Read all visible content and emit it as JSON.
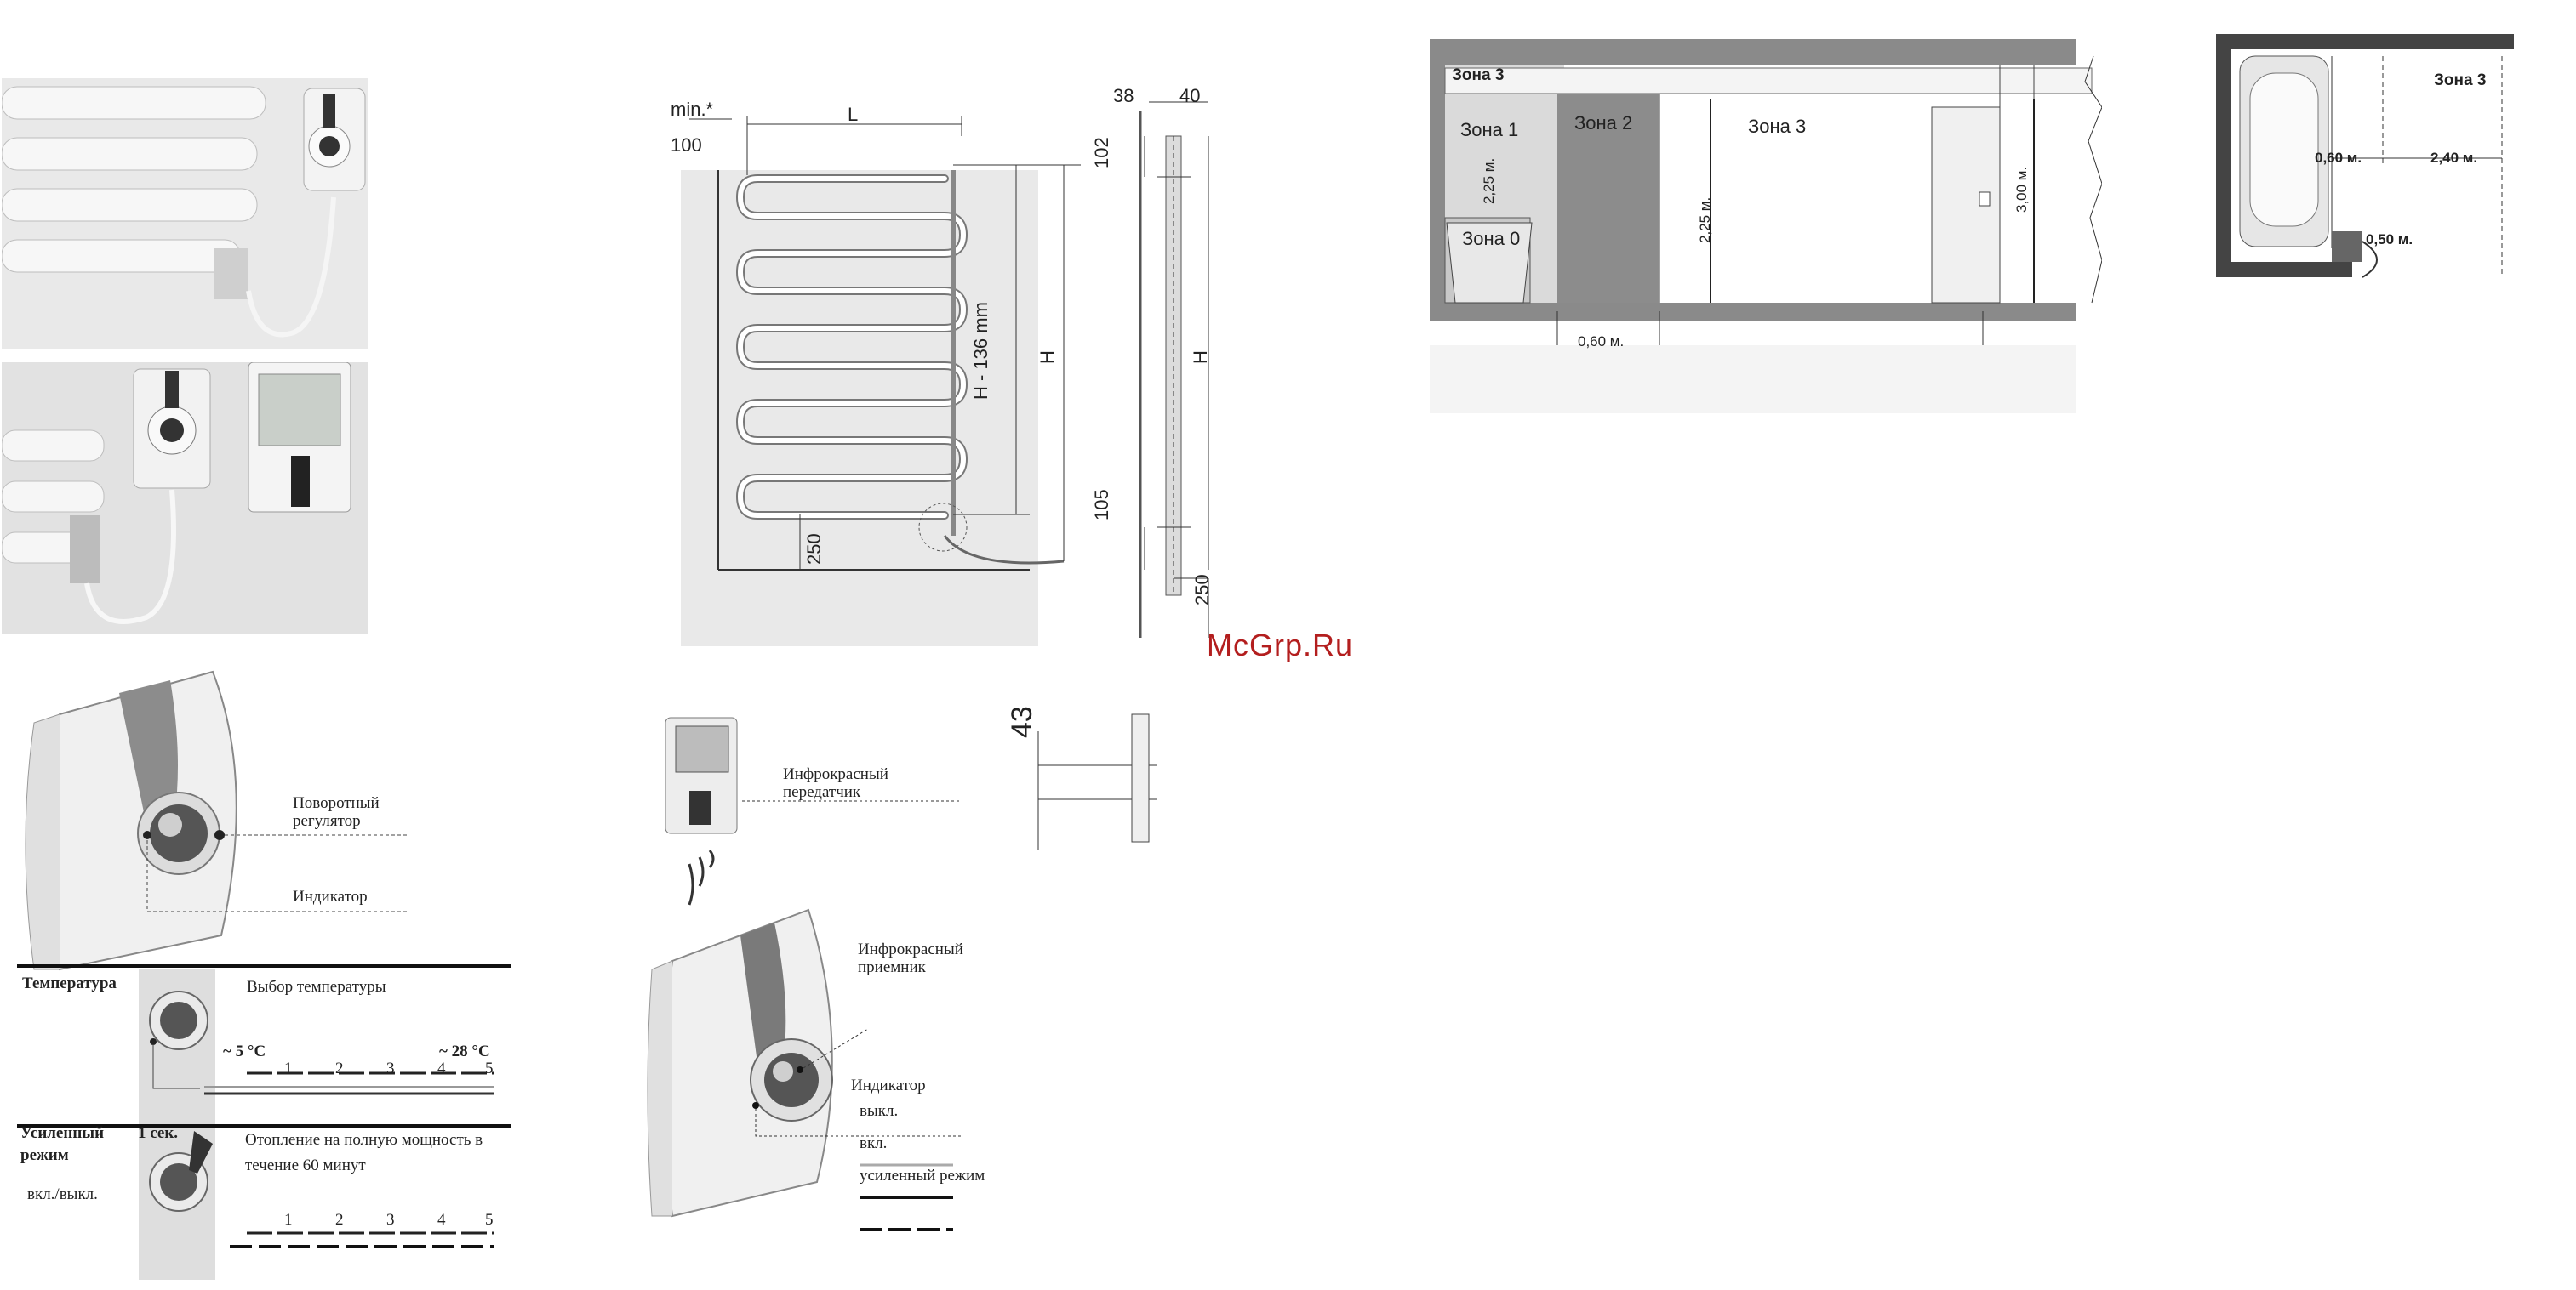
{
  "watermark": "McGrp.Ru",
  "install_drawing": {
    "min_label": "min.*",
    "wall_gap": "100",
    "L": "L",
    "H_minus": "H - 136 mm",
    "H": "H",
    "floor_gap": "250",
    "side_38": "38",
    "side_40": "40",
    "side_102": "102",
    "side_105": "105",
    "side_H": "H",
    "side_250": "250",
    "detail_43": "43"
  },
  "controller_diagram": {
    "rotary_knob": "Поворотный регулятор",
    "indicator": "Индикатор",
    "temperature_heading": "Температура",
    "temperature_select": "Выбор температуры",
    "t_min": "~ 5 °C",
    "t_max": "~ 28 °C",
    "scale": [
      "1",
      "2",
      "3",
      "4",
      "5"
    ],
    "boost_heading": "Усиленный режим",
    "boost_onoff": "вкл./выкл.",
    "boost_sec": "1 сек.",
    "boost_desc": "Отопление на полную мощность в течение 60 минут"
  },
  "remote_diagram": {
    "ir_transmitter": "Инфрокрасный передатчик",
    "ir_receiver": "Инфрокрасный приемник",
    "indicator": "Индикатор",
    "state_off": "выкл.",
    "state_on": "вкл.",
    "state_boost": "усиленный режим"
  },
  "zones_section": {
    "zone0": "Зона 0",
    "zone1": "Зона 1",
    "zone2": "Зона 2",
    "zone3_top": "Зона 3",
    "zone3": "Зона 3",
    "h225_small": "2,25 м.",
    "h225": "2,25 м.",
    "h300": "3,00 м.",
    "w060": "0,60 м."
  },
  "zones_plan": {
    "zone3": "Зона 3",
    "w060": "0,60 м.",
    "w240": "2,40 м.",
    "d050": "0,50 м."
  },
  "colors": {
    "zone2_fill": "#8c8c8c",
    "zone1_fill": "#d9d9d9",
    "watermark": "#b31e1e"
  }
}
